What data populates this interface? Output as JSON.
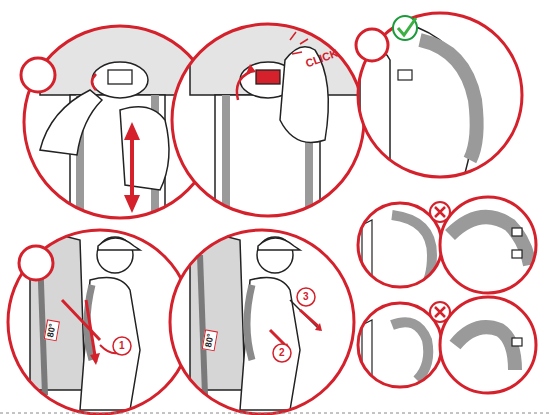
{
  "diagram": {
    "labels": [
      "CLICK",
      "80°",
      "1",
      "80°",
      "2",
      "3"
    ]
  }
}
